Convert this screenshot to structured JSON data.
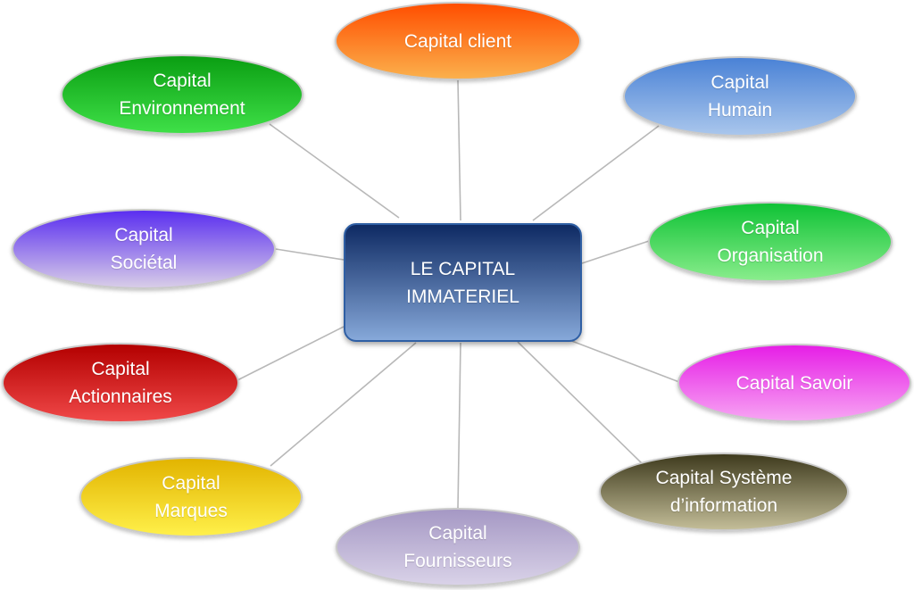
{
  "center": {
    "label": "LE CAPITAL\nIMMATERIEL",
    "color_top": "#0e2a63",
    "color_bottom": "#86a8d9"
  },
  "nodes": [
    {
      "id": "client",
      "label": "Capital client",
      "color_top": "#ff4e00",
      "color_bottom": "#fbb04c"
    },
    {
      "id": "humain",
      "label": "Capital\nHumain",
      "color_top": "#4a82d6",
      "color_bottom": "#a9c6ec"
    },
    {
      "id": "organisation",
      "label": "Capital\nOrganisation",
      "color_top": "#0fc235",
      "color_bottom": "#89ed8c"
    },
    {
      "id": "savoir",
      "label": "Capital Savoir",
      "color_top": "#e61ee6",
      "color_bottom": "#f7a4f3"
    },
    {
      "id": "systeme",
      "label": "Capital Système\nd’information",
      "color_top": "#3e3a1d",
      "color_bottom": "#c3bd98"
    },
    {
      "id": "fournisseurs",
      "label": "Capital\nFournisseurs",
      "color_top": "#a598c4",
      "color_bottom": "#d9d2e8"
    },
    {
      "id": "marques",
      "label": "Capital\nMarques",
      "color_top": "#e2b400",
      "color_bottom": "#fff04a"
    },
    {
      "id": "actionnaires",
      "label": "Capital\nActionnaires",
      "color_top": "#b30000",
      "color_bottom": "#f04848"
    },
    {
      "id": "societal",
      "label": "Capital\nSociétal",
      "color_top": "#5a2ef0",
      "color_bottom": "#d8cde8"
    },
    {
      "id": "environnement",
      "label": "Capital\nEnvironnement",
      "color_top": "#0a9e12",
      "color_bottom": "#3fe048"
    }
  ],
  "connector_color": "#b8b8b8"
}
